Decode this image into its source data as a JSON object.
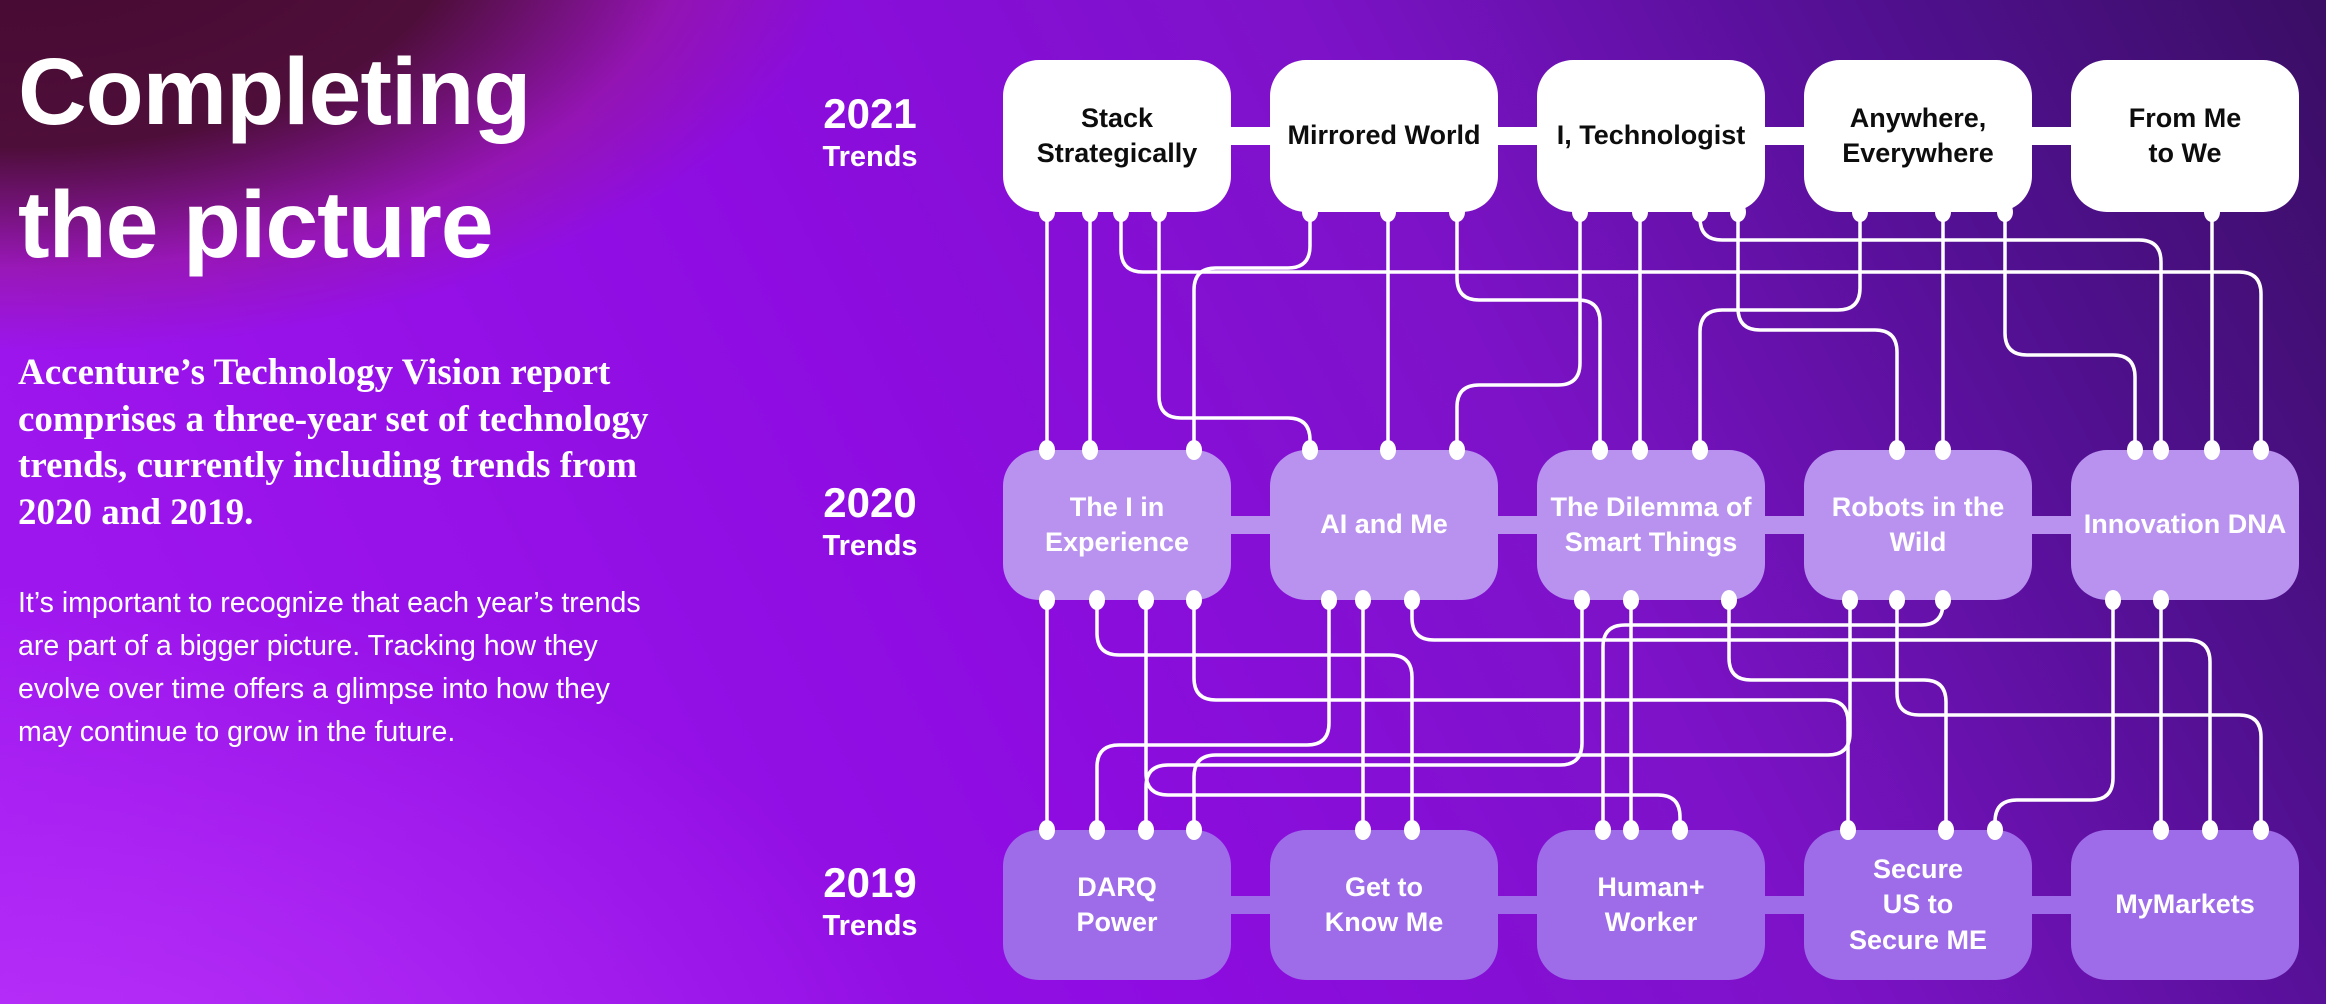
{
  "left_panel": {
    "heading": "Completing\nthe picture",
    "intro": "Accenture’s Technology Vision report\ncomprises a three-year set of technology\ntrends, currently including trends from\n2020 and 2019.",
    "body": "It’s important to recognize that each year’s trends\nare part of a bigger picture. Tracking how they\nevolve over time offers a glimpse into how they\nmay continue to grow in the future."
  },
  "diagram": {
    "rows": [
      {
        "year": "2021",
        "label": "Trends",
        "boxes": [
          "Stack\nStrategically",
          "Mirrored World",
          "I, Technologist",
          "Anywhere,\nEverywhere",
          "From Me\nto We"
        ]
      },
      {
        "year": "2020",
        "label": "Trends",
        "boxes": [
          "The I in\nExperience",
          "AI and Me",
          "The Dilemma of\nSmart Things",
          "Robots in the\nWild",
          "Innovation DNA"
        ]
      },
      {
        "year": "2019",
        "label": "Trends",
        "boxes": [
          "DARQ\nPower",
          "Get to\nKnow Me",
          "Human+\nWorker",
          "Secure\nUS to\nSecure ME",
          "MyMarkets"
        ]
      }
    ]
  },
  "colors": {
    "background_bright": "#8d0ce0",
    "background_dark": "#3a0e64",
    "corner_maroon": "#45092f",
    "box_2021": "#ffffff",
    "box_2021_text": "#0d0d0d",
    "box_2020": "#b992f0",
    "box_2019": "#9e6ce9",
    "connector_line": "#ffffff",
    "text": "#ffffff"
  }
}
